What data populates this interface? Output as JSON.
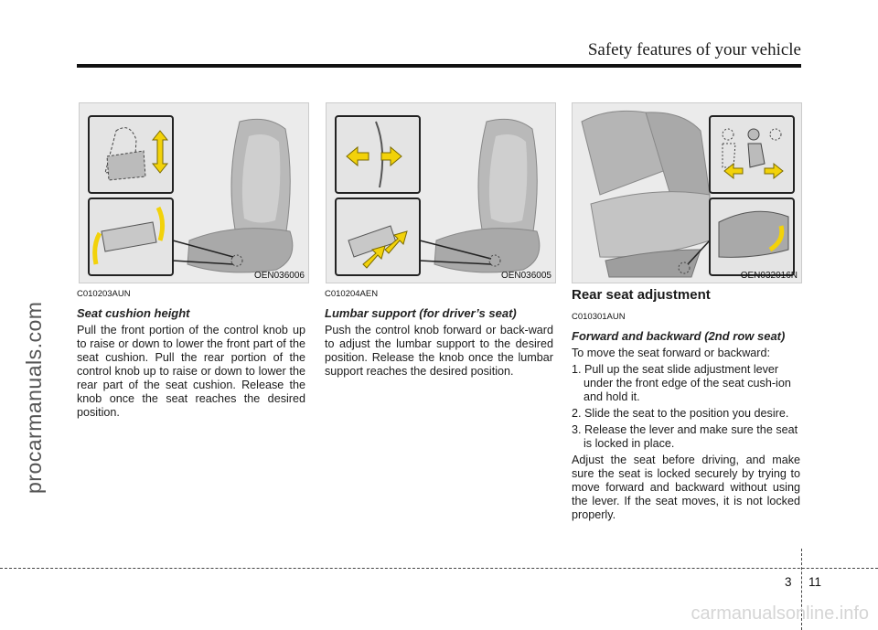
{
  "header": {
    "title": "Safety features of your vehicle"
  },
  "watermarks": {
    "left": "procarmanuals.com",
    "bottom": "carmanualsonline.info"
  },
  "figures": [
    {
      "code": "OEN036006"
    },
    {
      "code": "OEN036005"
    },
    {
      "code": "OEN032016N"
    }
  ],
  "col1": {
    "code": "C010203AUN",
    "subhead": "Seat cushion height",
    "body": "Pull the front portion of the control knob up to raise or down to lower the front part of the seat cushion. Pull the rear portion of the control knob up to raise or down to lower the rear part of the seat cushion. Release the knob once the seat reaches the desired position."
  },
  "col2": {
    "code": "C010204AEN",
    "subhead": "Lumbar support (for driver’s seat)",
    "body": "Push the control knob forward or back-ward to adjust the lumbar support to the desired position. Release the knob once the lumbar support reaches the desired position."
  },
  "col3": {
    "section": "Rear seat adjustment",
    "code": "C010301AUN",
    "subhead": "Forward and backward (2nd row seat)",
    "intro": "To move the seat forward or backward:",
    "steps": [
      "1. Pull up the seat slide adjustment lever under the front edge of the seat cush-ion and hold it.",
      "2. Slide the seat to the position you desire.",
      "3. Release the lever and make sure the seat is locked in place."
    ],
    "outro": "Adjust the seat before driving, and make sure the seat is locked securely by trying to move forward and backward without using the lever. If the seat moves, it is not locked properly."
  },
  "footer": {
    "chapter": "3",
    "page": "11"
  },
  "colors": {
    "arrow": "#f2d20a",
    "rule": "#111111"
  }
}
